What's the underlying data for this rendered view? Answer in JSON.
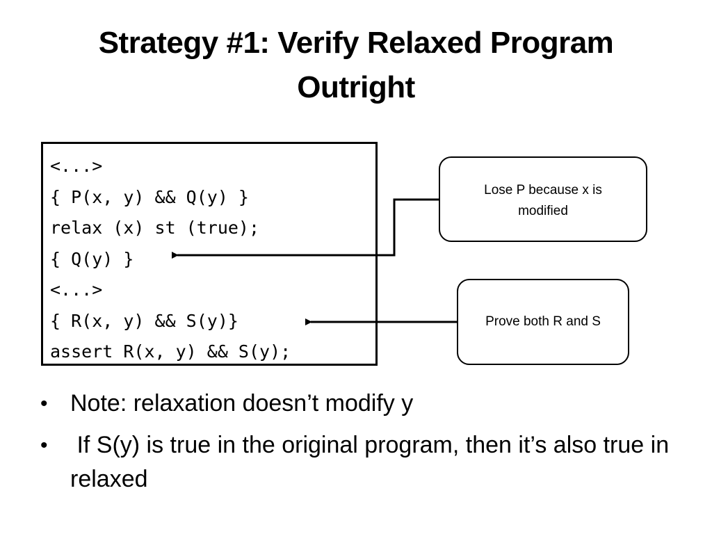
{
  "slide": {
    "title_line1": "Strategy #1: Verify Relaxed Program",
    "title_line2": "Outright"
  },
  "code": {
    "lines": [
      "<...>",
      "{ P(x, y) && Q(y) }",
      "relax (x) st (true);",
      "{ Q(y) }",
      "<...>",
      "{ R(x, y) && S(y)}",
      "assert R(x, y) && S(y);"
    ]
  },
  "callouts": {
    "lose_p": "Lose P because x is modified",
    "prove_both": "Prove both R and S"
  },
  "bullets": {
    "dot": "•",
    "items": [
      "Note: relaxation doesn’t modify y",
      " If S(y) is true in the original program, then it’s also true in relaxed"
    ]
  }
}
